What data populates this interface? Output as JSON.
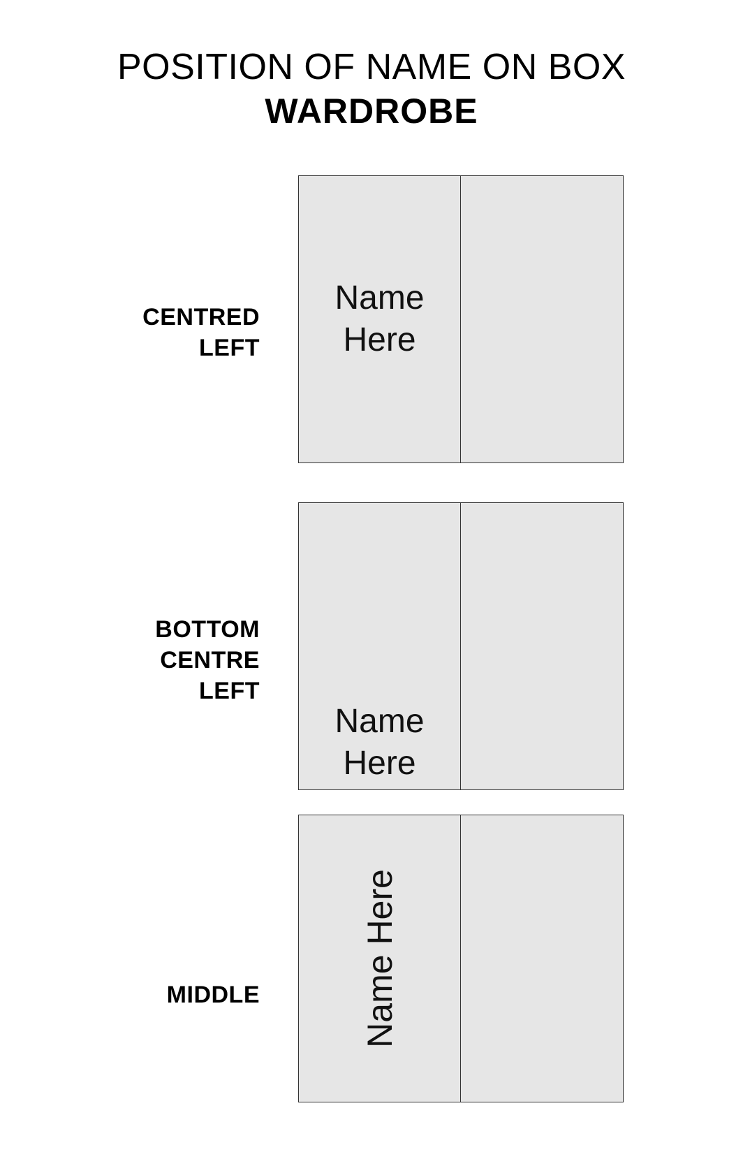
{
  "header": {
    "title": "POSITION OF NAME ON BOX",
    "subtitle": "WARDROBE"
  },
  "diagrams": [
    {
      "label_lines": [
        "CENTRED",
        "LEFT"
      ],
      "name_lines": [
        "Name",
        "Here"
      ]
    },
    {
      "label_lines": [
        "BOTTOM",
        "CENTRE",
        "LEFT"
      ],
      "name_lines": [
        "Name",
        "Here"
      ]
    },
    {
      "label_lines": [
        "MIDDLE"
      ],
      "name_text": "Name Here"
    }
  ],
  "colors": {
    "box_fill": "#e6e6e6",
    "box_border": "#333333",
    "text": "#000000"
  }
}
